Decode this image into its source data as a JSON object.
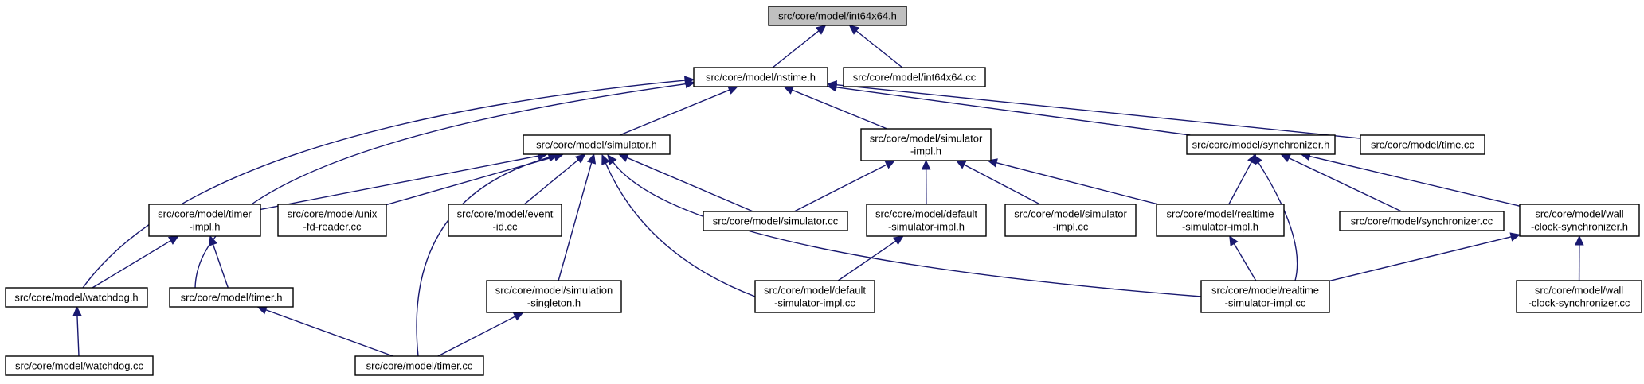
{
  "nodes": [
    {
      "id": "int64x64_h",
      "lines": [
        "src/core/model/int64x64.h"
      ]
    },
    {
      "id": "nstime_h",
      "lines": [
        "src/core/model/nstime.h"
      ]
    },
    {
      "id": "int64x64_cc",
      "lines": [
        "src/core/model/int64x64.cc"
      ]
    },
    {
      "id": "simulator_h",
      "lines": [
        "src/core/model/simulator.h"
      ]
    },
    {
      "id": "simulator_impl_h",
      "lines": [
        "src/core/model/simulator",
        "-impl.h"
      ]
    },
    {
      "id": "synchronizer_h",
      "lines": [
        "src/core/model/synchronizer.h"
      ]
    },
    {
      "id": "time_cc",
      "lines": [
        "src/core/model/time.cc"
      ]
    },
    {
      "id": "timer_impl_h",
      "lines": [
        "src/core/model/timer",
        "-impl.h"
      ]
    },
    {
      "id": "unix_fd_reader_cc",
      "lines": [
        "src/core/model/unix",
        "-fd-reader.cc"
      ]
    },
    {
      "id": "event_id_cc",
      "lines": [
        "src/core/model/event",
        "-id.cc"
      ]
    },
    {
      "id": "simulator_cc",
      "lines": [
        "src/core/model/simulator.cc"
      ]
    },
    {
      "id": "default_simulator_impl_h",
      "lines": [
        "src/core/model/default",
        "-simulator-impl.h"
      ]
    },
    {
      "id": "simulator_impl_cc",
      "lines": [
        "src/core/model/simulator",
        "-impl.cc"
      ]
    },
    {
      "id": "realtime_simulator_impl_h",
      "lines": [
        "src/core/model/realtime",
        "-simulator-impl.h"
      ]
    },
    {
      "id": "synchronizer_cc",
      "lines": [
        "src/core/model/synchronizer.cc"
      ]
    },
    {
      "id": "wall_clock_synchronizer_h",
      "lines": [
        "src/core/model/wall",
        "-clock-synchronizer.h"
      ]
    },
    {
      "id": "watchdog_h",
      "lines": [
        "src/core/model/watchdog.h"
      ]
    },
    {
      "id": "timer_h",
      "lines": [
        "src/core/model/timer.h"
      ]
    },
    {
      "id": "simulation_singleton_h",
      "lines": [
        "src/core/model/simulation",
        "-singleton.h"
      ]
    },
    {
      "id": "default_simulator_impl_cc",
      "lines": [
        "src/core/model/default",
        "-simulator-impl.cc"
      ]
    },
    {
      "id": "realtime_simulator_impl_cc",
      "lines": [
        "src/core/model/realtime",
        "-simulator-impl.cc"
      ]
    },
    {
      "id": "wall_clock_synchronizer_cc",
      "lines": [
        "src/core/model/wall",
        "-clock-synchronizer.cc"
      ]
    },
    {
      "id": "watchdog_cc",
      "lines": [
        "src/core/model/watchdog.cc"
      ]
    },
    {
      "id": "timer_cc",
      "lines": [
        "src/core/model/timer.cc"
      ]
    }
  ],
  "edges": [
    {
      "from": "int64x64_h",
      "to": "nstime_h"
    },
    {
      "from": "int64x64_h",
      "to": "int64x64_cc"
    },
    {
      "from": "nstime_h",
      "to": "simulator_h"
    },
    {
      "from": "nstime_h",
      "to": "simulator_impl_h"
    },
    {
      "from": "nstime_h",
      "to": "synchronizer_h"
    },
    {
      "from": "nstime_h",
      "to": "time_cc"
    },
    {
      "from": "nstime_h",
      "to": "watchdog_h"
    },
    {
      "from": "nstime_h",
      "to": "timer_h"
    },
    {
      "from": "simulator_h",
      "to": "timer_impl_h"
    },
    {
      "from": "simulator_h",
      "to": "unix_fd_reader_cc"
    },
    {
      "from": "simulator_h",
      "to": "event_id_cc"
    },
    {
      "from": "simulator_h",
      "to": "simulator_cc"
    },
    {
      "from": "simulator_h",
      "to": "simulation_singleton_h"
    },
    {
      "from": "simulator_h",
      "to": "default_simulator_impl_cc"
    },
    {
      "from": "simulator_h",
      "to": "realtime_simulator_impl_cc"
    },
    {
      "from": "simulator_h",
      "to": "timer_cc"
    },
    {
      "from": "simulator_impl_h",
      "to": "simulator_cc"
    },
    {
      "from": "simulator_impl_h",
      "to": "default_simulator_impl_h"
    },
    {
      "from": "simulator_impl_h",
      "to": "simulator_impl_cc"
    },
    {
      "from": "simulator_impl_h",
      "to": "realtime_simulator_impl_h"
    },
    {
      "from": "synchronizer_h",
      "to": "realtime_simulator_impl_h"
    },
    {
      "from": "synchronizer_h",
      "to": "synchronizer_cc"
    },
    {
      "from": "synchronizer_h",
      "to": "wall_clock_synchronizer_h"
    },
    {
      "from": "synchronizer_h",
      "to": "realtime_simulator_impl_cc"
    },
    {
      "from": "timer_impl_h",
      "to": "watchdog_h"
    },
    {
      "from": "timer_impl_h",
      "to": "timer_h"
    },
    {
      "from": "default_simulator_impl_h",
      "to": "default_simulator_impl_cc"
    },
    {
      "from": "realtime_simulator_impl_h",
      "to": "realtime_simulator_impl_cc"
    },
    {
      "from": "wall_clock_synchronizer_h",
      "to": "realtime_simulator_impl_cc"
    },
    {
      "from": "wall_clock_synchronizer_h",
      "to": "wall_clock_synchronizer_cc"
    },
    {
      "from": "watchdog_h",
      "to": "watchdog_cc"
    },
    {
      "from": "timer_h",
      "to": "timer_cc"
    },
    {
      "from": "simulation_singleton_h",
      "to": "timer_cc"
    }
  ]
}
